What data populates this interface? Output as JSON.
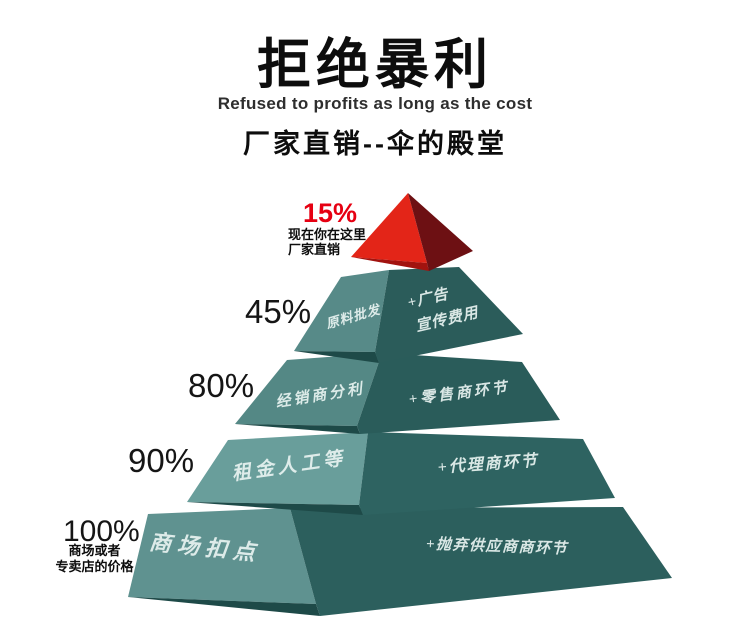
{
  "header": {
    "title": "拒绝暴利",
    "subtitle_en": "Refused to profits as long as the cost",
    "subtitle_cn": "厂家直销--伞的殿堂"
  },
  "pyramid": {
    "type": "pyramid-diagram",
    "levels": [
      {
        "percent": "15%",
        "side_note_line1": "现在你在这里",
        "side_note_line2": "厂家直销"
      },
      {
        "percent": "45%",
        "left_face": "原料批发",
        "right_face_line1": "+广告",
        "right_face_line2": "宣传费用"
      },
      {
        "percent": "80%",
        "left_face": "经销商分利",
        "right_face": "+零售商环节"
      },
      {
        "percent": "90%",
        "left_face": "租金人工等",
        "right_face": "+代理商环节"
      },
      {
        "percent": "100%",
        "left_face": "商场扣点",
        "right_face": "+抛弃供应商商环节",
        "side_note_line1": "商场或者",
        "side_note_line2": "专卖店的价格"
      }
    ],
    "colors": {
      "top_face_light": "#e32518",
      "top_face_dark": "#6d1013",
      "top_lip": "#a2130f",
      "tier_face_light": "#5f9290",
      "tier_face_dark": "#2c5f5d",
      "tier_lip": "#1e4a48",
      "percent_highlight": "#e60012",
      "percent_default": "#151515"
    }
  }
}
